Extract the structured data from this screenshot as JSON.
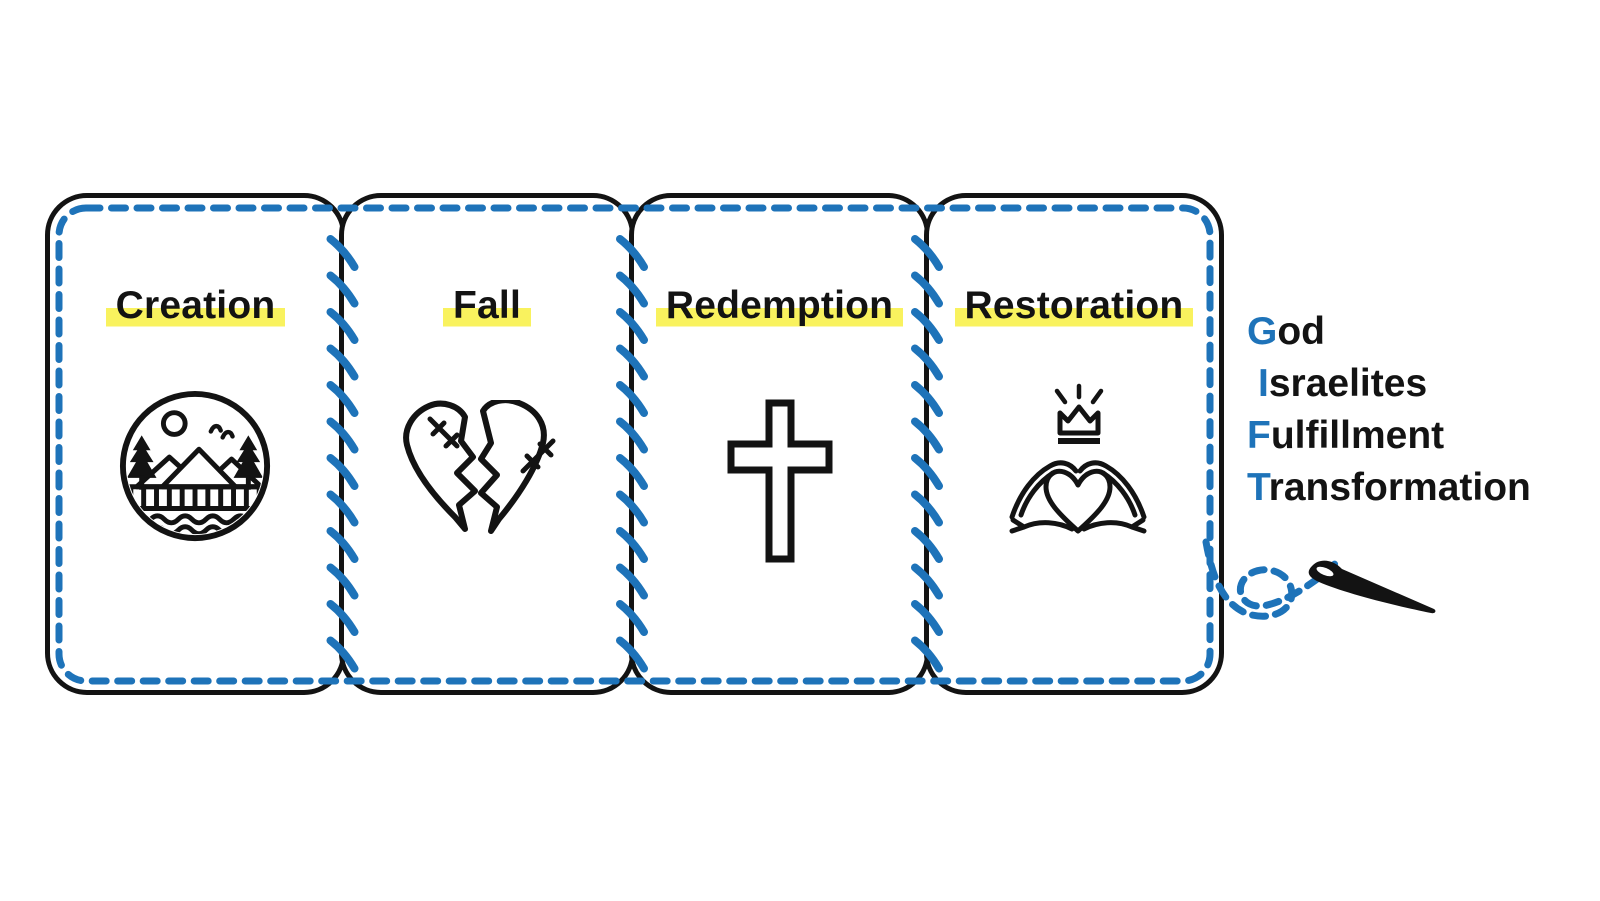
{
  "colors": {
    "thread_blue": "#1e73b9",
    "highlight_yellow": "#f9f25e",
    "ink": "#131313"
  },
  "cards": [
    {
      "label": "Creation",
      "icon": "nature-landscape-icon"
    },
    {
      "label": "Fall",
      "icon": "broken-heart-icon"
    },
    {
      "label": "Redemption",
      "icon": "cross-icon"
    },
    {
      "label": "Restoration",
      "icon": "hands-heart-crown-icon"
    }
  ],
  "acrostic": [
    {
      "initial": "G",
      "rest": "od"
    },
    {
      "initial": "I",
      "rest": "sraelites"
    },
    {
      "initial": "F",
      "rest": "ulfillment"
    },
    {
      "initial": "T",
      "rest": "ransformation"
    }
  ]
}
